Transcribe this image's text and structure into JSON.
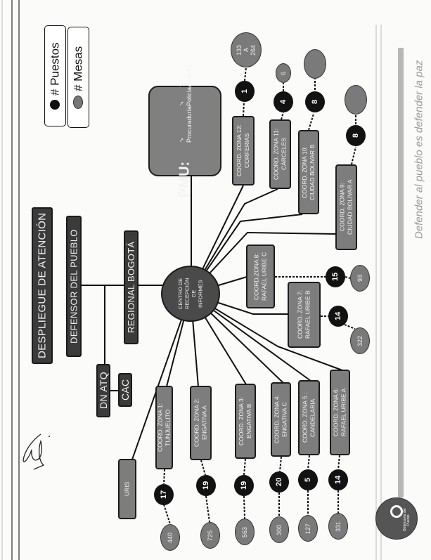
{
  "header": {
    "title": "DESPLIEGUE DE ATENCIÓN",
    "defensor": "DEFENSOR DEL PUEBLO",
    "regional": "REGIONAL BOGOTÁ",
    "dn_atq": "DN ATQ",
    "cac": "CAC",
    "uris": "URIS"
  },
  "center": {
    "line1": "CENTRO DE",
    "line2": "RECEPCIÓN",
    "line3": "DE",
    "line4": "INFORMES"
  },
  "pmu": {
    "title": "PMU:",
    "items": [
      "Procuraduría",
      "Policía",
      "Alcaldía"
    ],
    "check": "✓"
  },
  "legend": {
    "puestos": "# Puestos",
    "mesas": "# Mesas"
  },
  "zones": [
    {
      "line1": "COORD. ZONA 1:",
      "line2": "TUNJUELITO",
      "puestos": "17",
      "mesas": "440"
    },
    {
      "line1": "COORD. ZONA 2:",
      "line2": "ENGATIVA A",
      "puestos": "19",
      "mesas": "725"
    },
    {
      "line1": "COORD. ZONA 3:",
      "line2": "ENGATIVA B",
      "puestos": "19",
      "mesas": "563"
    },
    {
      "line1": "COORD. ZONA 4:",
      "line2": "ENGATIVA C",
      "puestos": "20",
      "mesas": "300"
    },
    {
      "line1": "COORD. ZONA 5 :",
      "line2": "CANDELARIA",
      "puestos": "5",
      "mesas": "127"
    },
    {
      "line1": "COORD. ZONA 6:",
      "line2": "RAFAEL URIBE A",
      "puestos": "14",
      "mesas": "331"
    },
    {
      "line1": "COORD. ZONA 7:",
      "line2": "RAFAEL URIBE B",
      "puestos": "14",
      "mesas": "322"
    },
    {
      "line1": "COORD.ZONA 8:",
      "line2": "RAFAEL URIBE C",
      "puestos": "15",
      "mesas": "93"
    },
    {
      "line1": "COORD. ZONA 9:",
      "line2": "CIUDAD BOLIVAR A",
      "puestos": "8",
      "mesas": ""
    },
    {
      "line1": "COORD. ZONA 10:",
      "line2": "CIUDAD BOLIVAR B",
      "puestos": "8",
      "mesas": ""
    },
    {
      "line1": "COORD. ZONA 11:",
      "line2": "CÁRCELES",
      "puestos": "4",
      "mesas": "6"
    },
    {
      "line1": "COORD. ZONA 12:",
      "line2": "CORFERIAS",
      "puestos": "1",
      "mesas": "133\nA\n264"
    }
  ],
  "footer": {
    "slogan": "Defender al pueblo es defender la paz",
    "logo_text": "Defensoría del Pueblo"
  },
  "colors": {
    "dark_box": "#3b3b3b",
    "zone_box": "#7d7d7d",
    "puesto": "#121212",
    "mesa": "#7a7a7a",
    "accent_bar": "#b8b8b8"
  }
}
